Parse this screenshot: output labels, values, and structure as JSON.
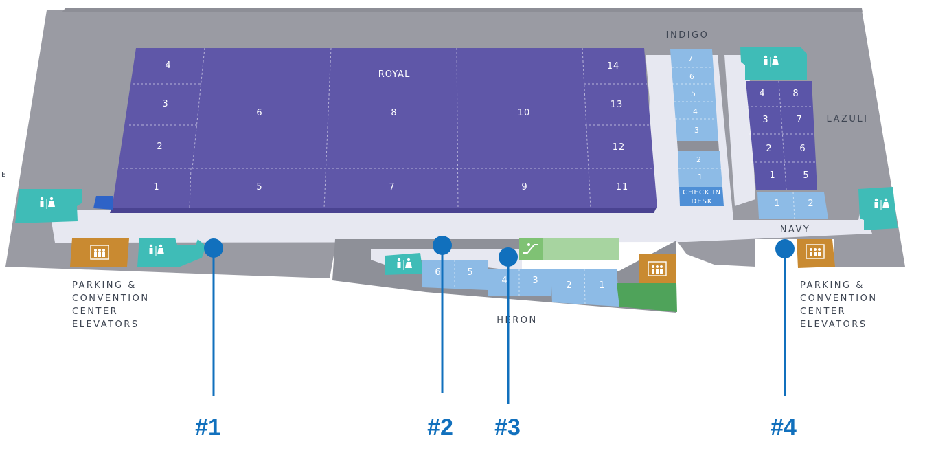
{
  "halls": {
    "royal": {
      "name": "ROYAL",
      "rooms": [
        "1",
        "2",
        "3",
        "4",
        "5",
        "6",
        "7",
        "8",
        "9",
        "10",
        "11",
        "12",
        "13",
        "14"
      ]
    },
    "indigo": {
      "name": "INDIGO",
      "rooms": [
        "1",
        "2",
        "3",
        "4",
        "5",
        "6",
        "7"
      ],
      "check_in_line1": "CHECK IN",
      "check_in_line2": "DESK"
    },
    "lazuli": {
      "name": "LAZULI",
      "rooms": [
        "1",
        "2",
        "3",
        "4",
        "5",
        "6",
        "7",
        "8"
      ]
    },
    "navy": {
      "name": "NAVY",
      "rooms": [
        "1",
        "2"
      ]
    },
    "heron": {
      "name": "HERON",
      "rooms": [
        "1",
        "2",
        "3",
        "4",
        "5",
        "6"
      ]
    }
  },
  "elevators_left": [
    "PARKING &",
    "CONVENTION",
    "CENTER",
    "ELEVATORS"
  ],
  "elevators_right": [
    "PARKING &",
    "CONVENTION",
    "CENTER",
    "ELEVATORS"
  ],
  "edge_letter": "E",
  "markers": [
    {
      "label": "#1"
    },
    {
      "label": "#2"
    },
    {
      "label": "#3"
    },
    {
      "label": "#4"
    }
  ],
  "icons": [
    "restroom-icon",
    "elevator-icon",
    "escalator-icon"
  ],
  "colors": {
    "royal": "#5f57a8",
    "lazuli": "#5b55a8",
    "meeting_room": "#8dbbe6",
    "restroom": "#3fbcb7",
    "elevator": "#c98a31",
    "floor": "#9a9ba3",
    "corridor": "#e7e8f1",
    "marker": "#1170bd",
    "green_area": "#4fa35a",
    "escalator": "#a7d4a0"
  }
}
